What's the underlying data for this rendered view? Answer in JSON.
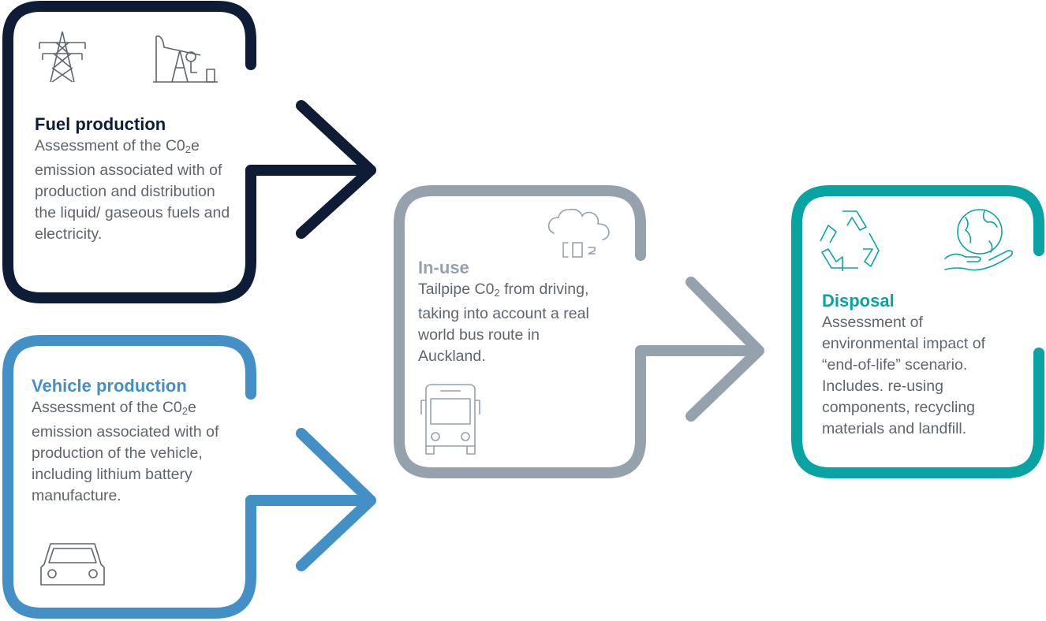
{
  "colors": {
    "fuel": "#0e1c36",
    "vehicle": "#4290c6",
    "inuse": "#95a1ac",
    "disposal": "#0aa3a3",
    "text": "#5f656c"
  },
  "stages": {
    "fuel": {
      "title": "Fuel production",
      "body_before": "Assessment of the C0",
      "body_sub": "2",
      "body_sub_tail": "e",
      "body_after": "emission associated with of production and distribution the liquid/ gaseous fuels and electricity.",
      "icons": [
        "power-pylon-icon",
        "oil-pump-jack-icon"
      ]
    },
    "vehicle": {
      "title": "Vehicle production",
      "body_before": "Assessment of the C0",
      "body_sub": "2",
      "body_sub_tail": "e",
      "body_after": "emission associated with of production of the vehicle, including lithium battery manufacture.",
      "icons": [
        "car-icon"
      ]
    },
    "inuse": {
      "title": "In-use",
      "body_before": "Tailpipe C0",
      "body_sub": "2",
      "body_after": " from driving, taking into account a real world bus route in Auckland.",
      "icons": [
        "co2-cloud-icon",
        "bus-icon"
      ]
    },
    "disposal": {
      "title": "Disposal",
      "body": "Assessment of environmental impact of “end-of-life” scenario. Includes. re-using components, recycling materials and landfill.",
      "icons": [
        "recycle-icon",
        "globe-in-hand-icon"
      ]
    }
  }
}
